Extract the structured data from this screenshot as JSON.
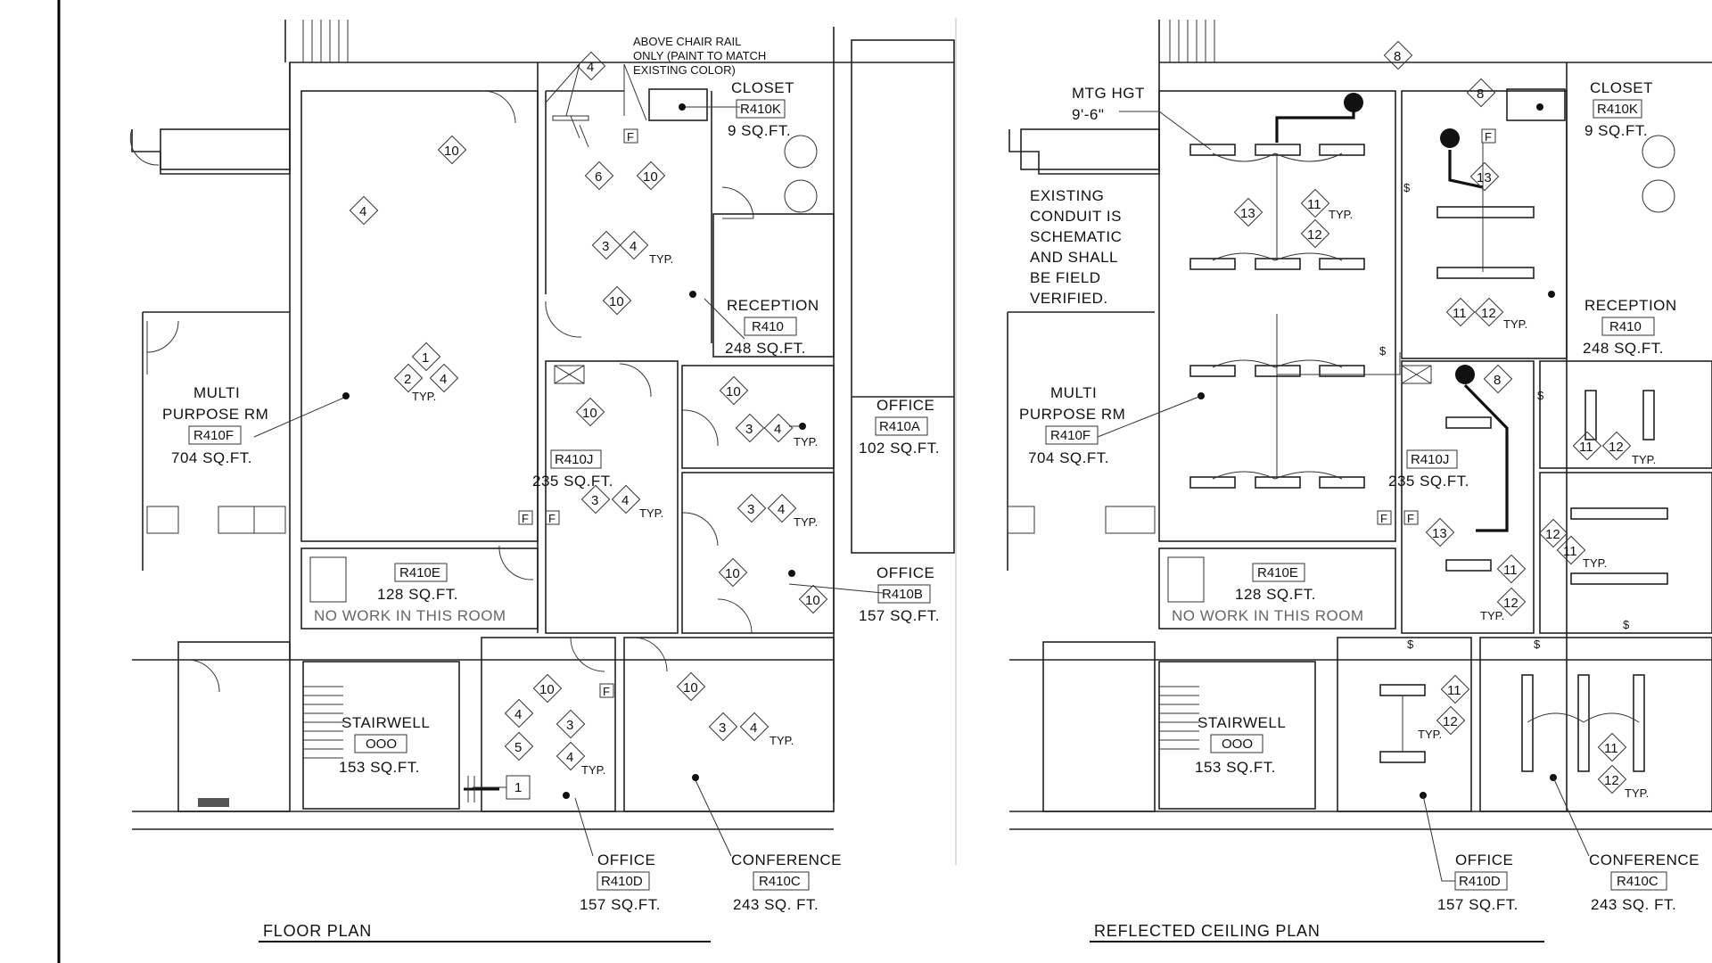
{
  "floor_plan": {
    "title": "FLOOR PLAN",
    "note": [
      "ABOVE CHAIR RAIL",
      "ONLY (PAINT TO MATCH",
      "EXISTING COLOR)"
    ],
    "rooms": [
      {
        "name": "CLOSET",
        "id": "R410K",
        "area": "9 SQ.FT."
      },
      {
        "name": "RECEPTION",
        "id": "R410",
        "area": "248 SQ.FT."
      },
      {
        "name_lines": [
          "MULTI",
          "PURPOSE RM"
        ],
        "id": "R410F",
        "area": "704 SQ.FT."
      },
      {
        "name": "OFFICE",
        "id": "R410A",
        "area": "102 SQ.FT."
      },
      {
        "name": "",
        "id": "R410J",
        "area": "235 SQ.FT."
      },
      {
        "name": "OFFICE",
        "id": "R410B",
        "area": "157 SQ.FT."
      },
      {
        "name": "",
        "id": "R410E",
        "area": "128 SQ.FT.",
        "note": "NO WORK IN THIS ROOM"
      },
      {
        "name": "STAIRWELL",
        "id": "OOO",
        "area": "153 SQ.FT."
      },
      {
        "name": "OFFICE",
        "id": "R410D",
        "area": "157 SQ.FT."
      },
      {
        "name": "CONFERENCE",
        "id": "R410C",
        "area": "243 SQ. FT."
      }
    ],
    "typ": "TYP.",
    "box_tag": "1",
    "flag": "F"
  },
  "ceiling_plan": {
    "title": "REFLECTED CEILING PLAN",
    "mtg_hgt": [
      "MTG HGT",
      "9'-6\""
    ],
    "conduit_note": [
      "EXISTING",
      "CONDUIT IS",
      "SCHEMATIC",
      "AND SHALL",
      "BE FIELD",
      "VERIFIED."
    ],
    "rooms": [
      {
        "name": "CLOSET",
        "id": "R410K",
        "area": "9 SQ.FT."
      },
      {
        "name": "RECEPTION",
        "id": "R410",
        "area": "248 SQ.FT."
      },
      {
        "name_lines": [
          "MULTI",
          "PURPOSE RM"
        ],
        "id": "R410F",
        "area": "704 SQ.FT."
      },
      {
        "name": "",
        "id": "R410J",
        "area": "235 SQ.FT."
      },
      {
        "name": "",
        "id": "R410E",
        "area": "128 SQ.FT.",
        "note": "NO WORK IN THIS ROOM"
      },
      {
        "name": "STAIRWELL",
        "id": "OOO",
        "area": "153 SQ.FT."
      },
      {
        "name": "OFFICE",
        "id": "R410D",
        "area": "157 SQ.FT."
      },
      {
        "name": "CONFERENCE",
        "id": "R410C",
        "area": "243 SQ. FT."
      }
    ],
    "typ": "TYP.",
    "switch": "$",
    "flag": "F"
  },
  "keynotes": {
    "k1": "1",
    "k2": "2",
    "k3": "3",
    "k4": "4",
    "k5": "5",
    "k6": "6",
    "k8": "8",
    "k10": "10",
    "k11": "11",
    "k12": "12",
    "k13": "13"
  }
}
